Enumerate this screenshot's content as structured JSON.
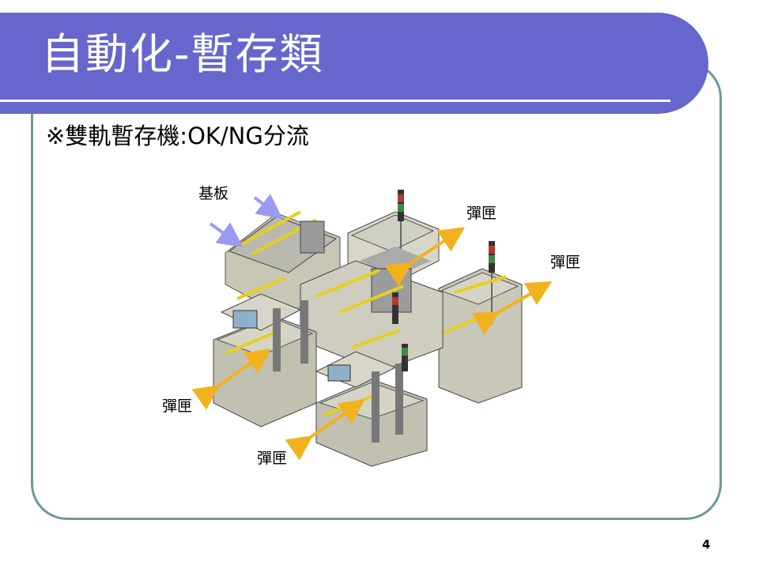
{
  "slide": {
    "title": "自動化-暫存類",
    "subtitle": "※雙軌暫存機:OK/NG分流",
    "page_number": "4"
  },
  "labels": {
    "substrate": "基板",
    "magazine_top": "彈匣",
    "magazine_right": "彈匣",
    "magazine_left": "彈匣",
    "magazine_bottom": "彈匣"
  },
  "colors": {
    "title_bar": "#6666cc",
    "frame": "#6a9a98",
    "arrow_orange": "#f2b21e",
    "arrow_blue": "#9a9af0"
  }
}
